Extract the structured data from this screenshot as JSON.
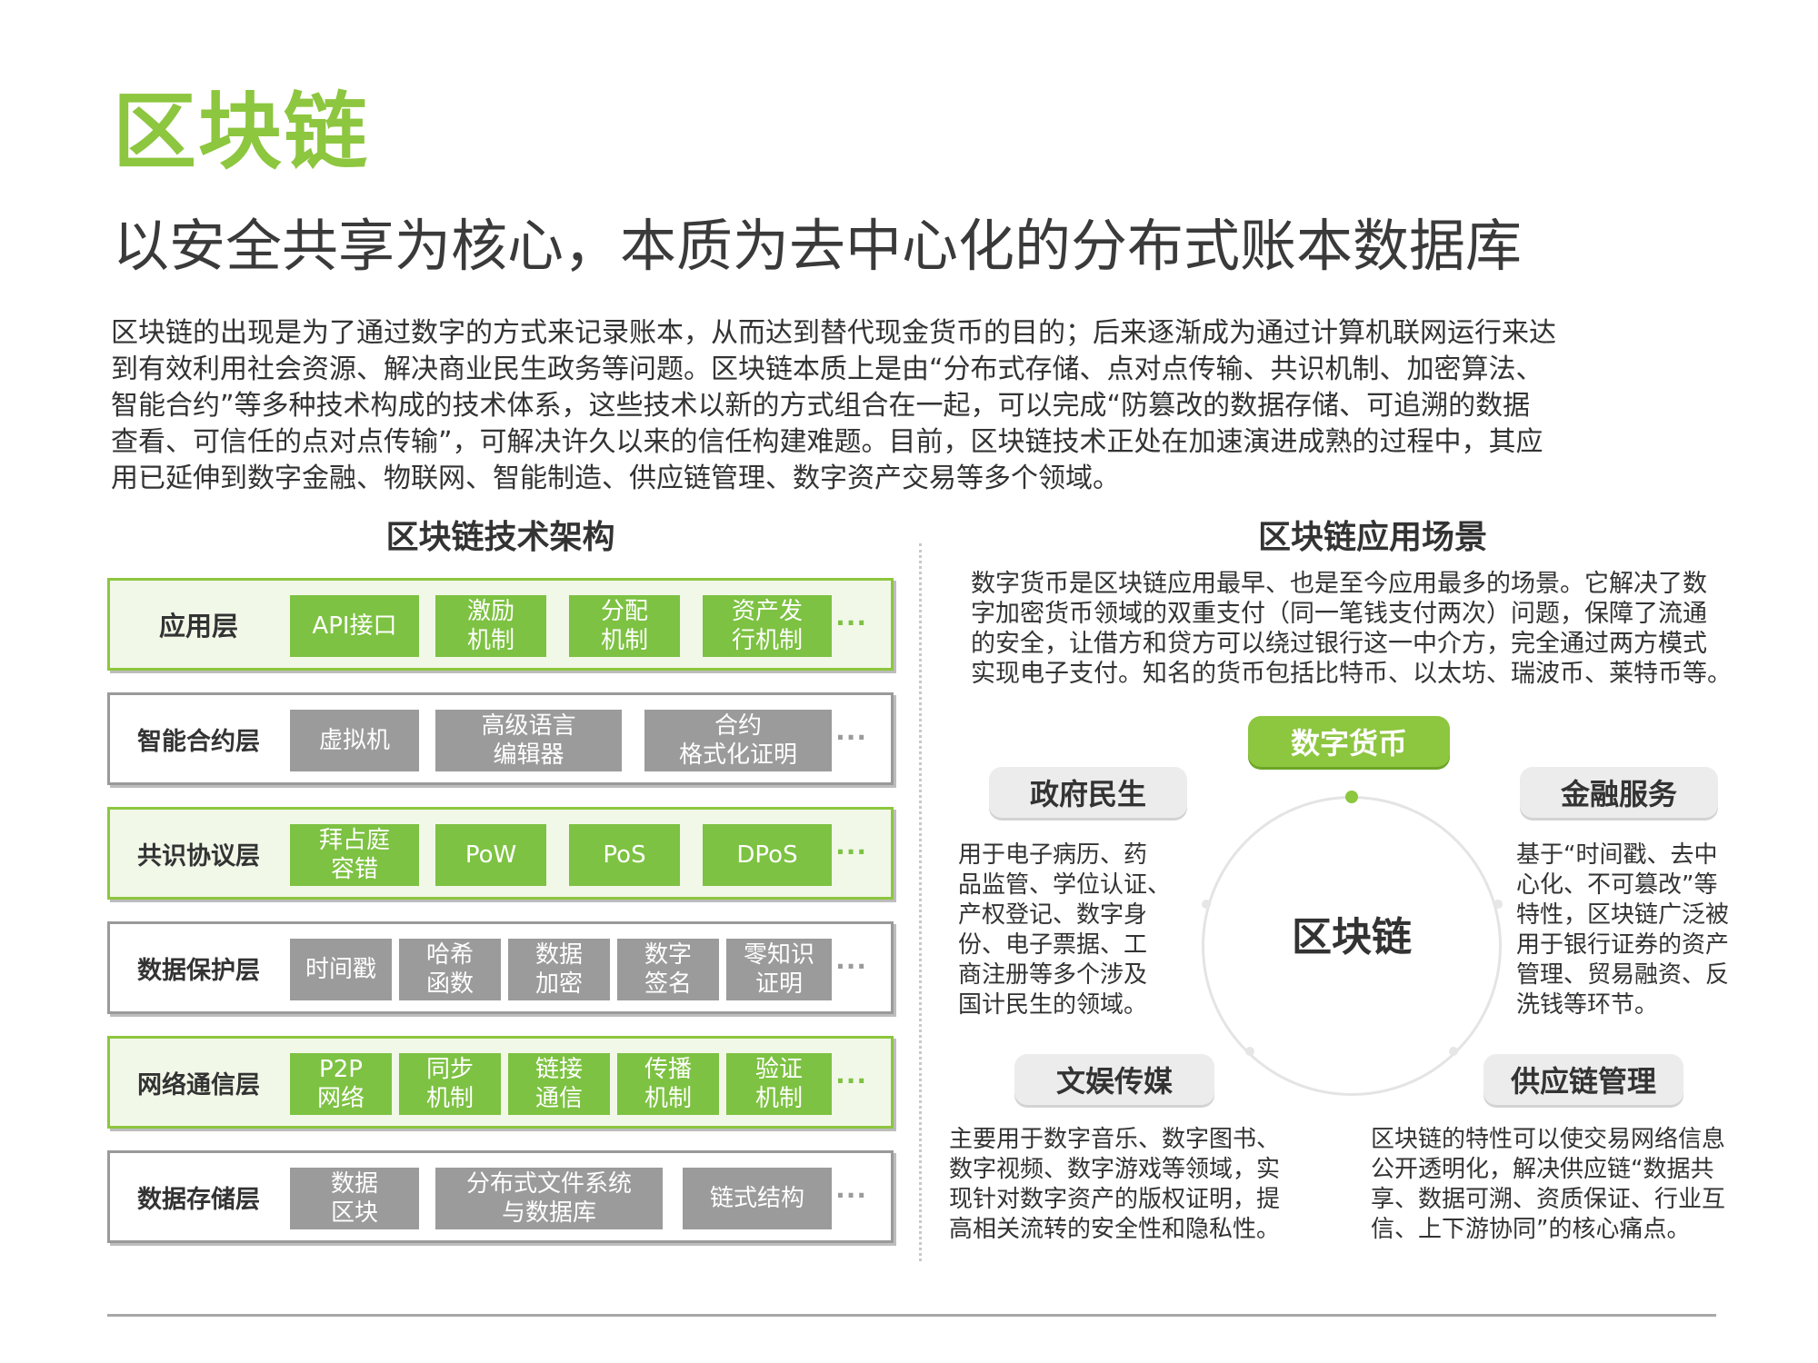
{
  "title": "区块链",
  "subtitle": "以安全共享为核心，本质为去中心化的分布式账本数据库",
  "intro_lines": [
    "区块链的出现是为了通过数字的方式来记录账本，从而达到替代现金货币的目的；后来逐渐成为通过计算机联网运行来达",
    "到有效利用社会资源、解决商业民生政务等问题。区块链本质上是由“分布式存储、点对点传输、共识机制、加密算法、",
    "智能合约”等多种技术构成的技术体系，这些技术以新的方式组合在一起，可以完成“防篡改的数据存储、可追溯的数据",
    "查看、可信任的点对点传输”，可解决许久以来的信任构建难题。目前，区块链技术正处在加速演进成熟的过程中，其应",
    "用已延伸到数字金融、物联网、智能制造、供应链管理、数字资产交易等多个领域。"
  ],
  "architecture": {
    "title": "区块链技术架构",
    "layers": [
      {
        "name": "应用层",
        "items": [
          "API接口",
          "激励\n机制",
          "分配\n机制",
          "资产发\n行机制"
        ],
        "more": "···"
      },
      {
        "name": "智能合约层",
        "items": [
          "虚拟机",
          "高级语言\n编辑器",
          "合约\n格式化证明"
        ],
        "more": "···"
      },
      {
        "name": "共识协议层",
        "items": [
          "拜占庭\n容错",
          "PoW",
          "PoS",
          "DPoS"
        ],
        "more": "···"
      },
      {
        "name": "数据保护层",
        "items": [
          "时间戳",
          "哈希\n函数",
          "数据\n加密",
          "数字\n签名",
          "零知识\n证明"
        ],
        "more": "···"
      },
      {
        "name": "网络通信层",
        "items": [
          "P2P\n网络",
          "同步\n机制",
          "链接\n通信",
          "传播\n机制",
          "验证\n机制"
        ],
        "more": "···"
      },
      {
        "name": "数据存储层",
        "items": [
          "数据\n区块",
          "分布式文件系统\n与数据库",
          "链式结构"
        ],
        "more": "···"
      }
    ]
  },
  "scenes": {
    "title": "区块链应用场景",
    "intro_lines": [
      "数字货币是区块链应用最早、也是至今应用最多的场景。它解决了数",
      "字加密货币领域的双重支付（同一笔钱支付两次）问题，保障了流通",
      "的安全，让借方和贷方可以绕过银行这一中介方，完全通过两方模式",
      "实现电子支付。知名的货币包括比特币、以太坊、瑞波币、莱特币等。"
    ],
    "center": "区块链",
    "labels": {
      "currency": "数字货币",
      "government": "政府民生",
      "finance": "金融服务",
      "media": "文娱传媒",
      "supply": "供应链管理"
    },
    "desc": {
      "government": [
        "用于电子病历、药",
        "品监管、学位认证、",
        "产权登记、数字身",
        "份、电子票据、工",
        "商注册等多个涉及",
        "国计民生的领域。"
      ],
      "finance": [
        "基于“时间戳、去中",
        "心化、不可篡改”等",
        "特性，区块链广泛被",
        "用于银行证券的资产",
        "管理、贸易融资、反",
        "洗钱等环节。"
      ],
      "media": [
        "主要用于数字音乐、数字图书、",
        "数字视频、数字游戏等领域，实",
        "现针对数字资产的版权证明，提",
        "高相关流转的安全性和隐私性。"
      ],
      "supply": [
        "区块链的特性可以使交易网络信息",
        "公开透明化，解决供应链“数据共",
        "享、数据可溯、资质保证、行业互",
        "信、上下游协同”的核心痛点。"
      ]
    }
  },
  "colors": {
    "accent": "#8dc63f",
    "box_green": "#7dc242",
    "box_gray": "#9b9b9b"
  }
}
